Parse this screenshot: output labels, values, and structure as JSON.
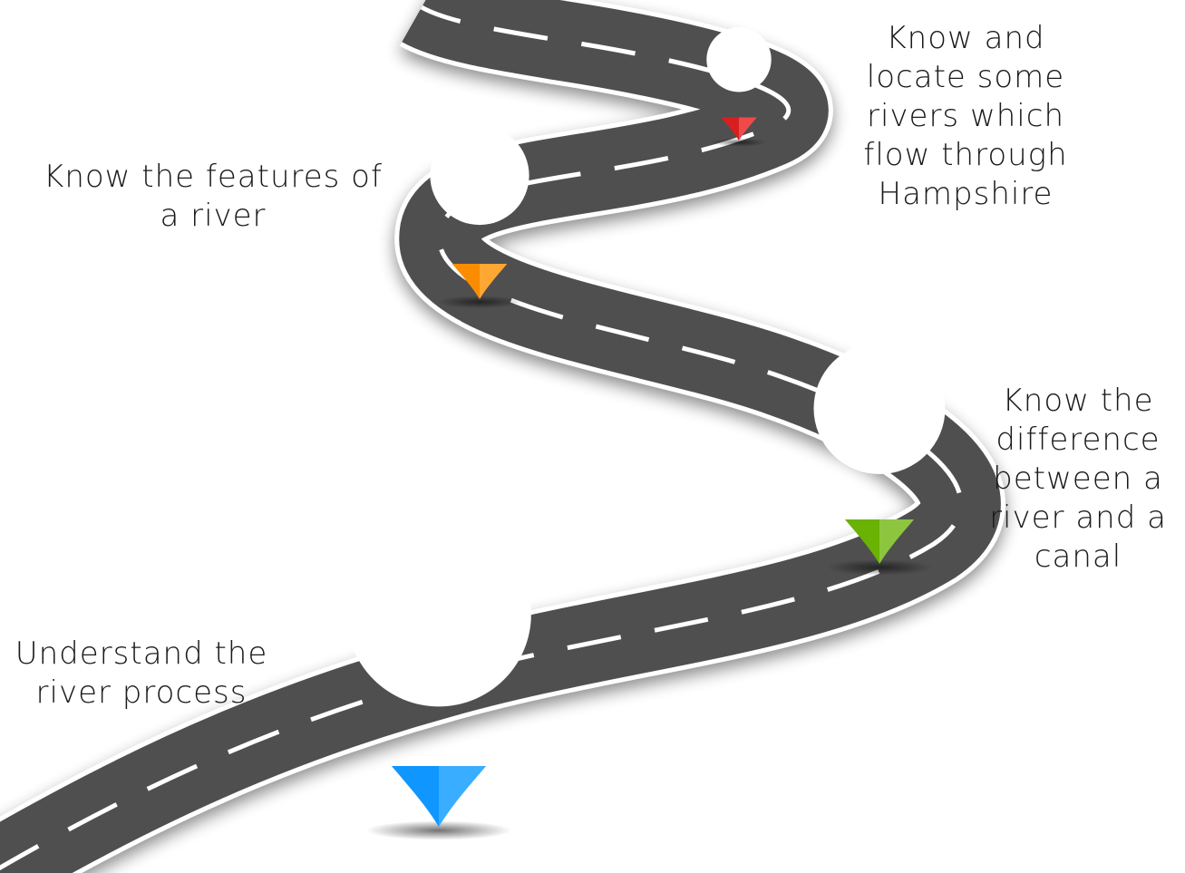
{
  "roadmap": {
    "road_color": "#505050",
    "line_color": "#ffffff",
    "milestones": [
      {
        "id": "red",
        "text": "Know and\nlocate some\nrivers which\nflow through\nHampshire",
        "pin_color_dark": "#d81f1f",
        "pin_color_light": "#ef4a4a"
      },
      {
        "id": "orange",
        "text": "Know the features of\na river",
        "pin_color_dark": "#fb8c00",
        "pin_color_light": "#ffa733"
      },
      {
        "id": "green",
        "text": "Know the\ndifference\nbetween a\nriver and a\ncanal",
        "pin_color_dark": "#6ab204",
        "pin_color_light": "#8cc63f"
      },
      {
        "id": "blue",
        "text": "Understand the\nriver process",
        "pin_color_dark": "#0f96ff",
        "pin_color_light": "#39adff"
      }
    ]
  }
}
